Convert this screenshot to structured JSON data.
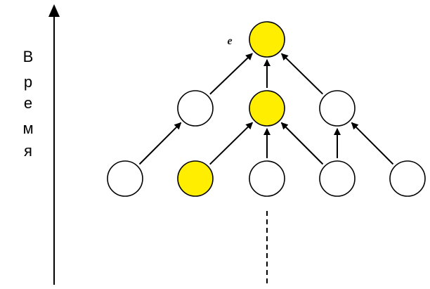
{
  "axis": {
    "label_letters": [
      "В",
      "р",
      "е",
      "м",
      "я"
    ]
  },
  "event_label": "e",
  "colors": {
    "highlight": "#ffee00",
    "default_fill": "#ffffff",
    "stroke": "#000000"
  },
  "nodes": [
    {
      "id": "top",
      "level": 2,
      "highlighted": true
    },
    {
      "id": "mid-left",
      "level": 1,
      "highlighted": false
    },
    {
      "id": "mid-center",
      "level": 1,
      "highlighted": true
    },
    {
      "id": "mid-right",
      "level": 1,
      "highlighted": false
    },
    {
      "id": "bottom-1",
      "level": 0,
      "highlighted": false
    },
    {
      "id": "bottom-2",
      "level": 0,
      "highlighted": true
    },
    {
      "id": "bottom-3",
      "level": 0,
      "highlighted": false
    },
    {
      "id": "bottom-4",
      "level": 0,
      "highlighted": false
    },
    {
      "id": "bottom-5",
      "level": 0,
      "highlighted": false
    }
  ],
  "edges": [
    {
      "from": "mid-left",
      "to": "top"
    },
    {
      "from": "mid-center",
      "to": "top"
    },
    {
      "from": "mid-right",
      "to": "top"
    },
    {
      "from": "bottom-1",
      "to": "mid-left"
    },
    {
      "from": "bottom-2",
      "to": "mid-center"
    },
    {
      "from": "bottom-3",
      "to": "mid-center"
    },
    {
      "from": "bottom-4",
      "to": "mid-center"
    },
    {
      "from": "bottom-4",
      "to": "mid-right"
    },
    {
      "from": "bottom-5",
      "to": "mid-right"
    }
  ]
}
